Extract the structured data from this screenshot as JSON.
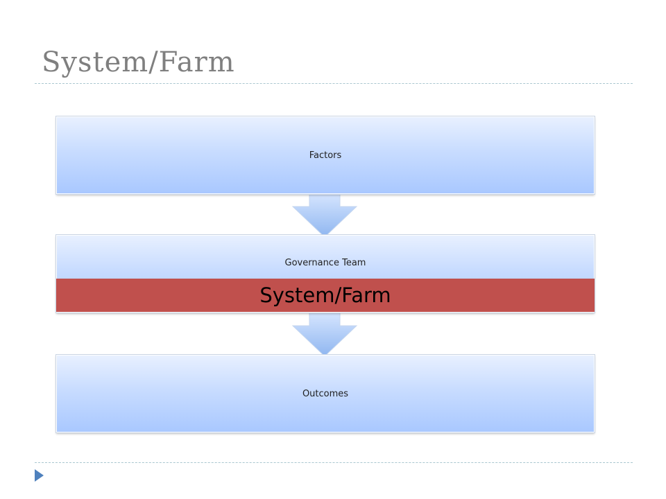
{
  "slide": {
    "title": "System/Farm"
  },
  "diagram": {
    "boxes": {
      "top": "Factors",
      "middle": "Governance Team",
      "bottom": "Outcomes"
    },
    "overlay_label": "System/Farm"
  },
  "colors": {
    "title_text": "#7f7f7f",
    "box_fill_light": "#e8f0ff",
    "box_fill_dark": "#a9c8ff",
    "arrow_fill": "#a3c4f5",
    "overlay_band": "#c0504d",
    "bullet": "#4f81bd",
    "divider": "#a9c6cf"
  },
  "icons": {
    "bullet": "triangle-bullet-icon"
  }
}
